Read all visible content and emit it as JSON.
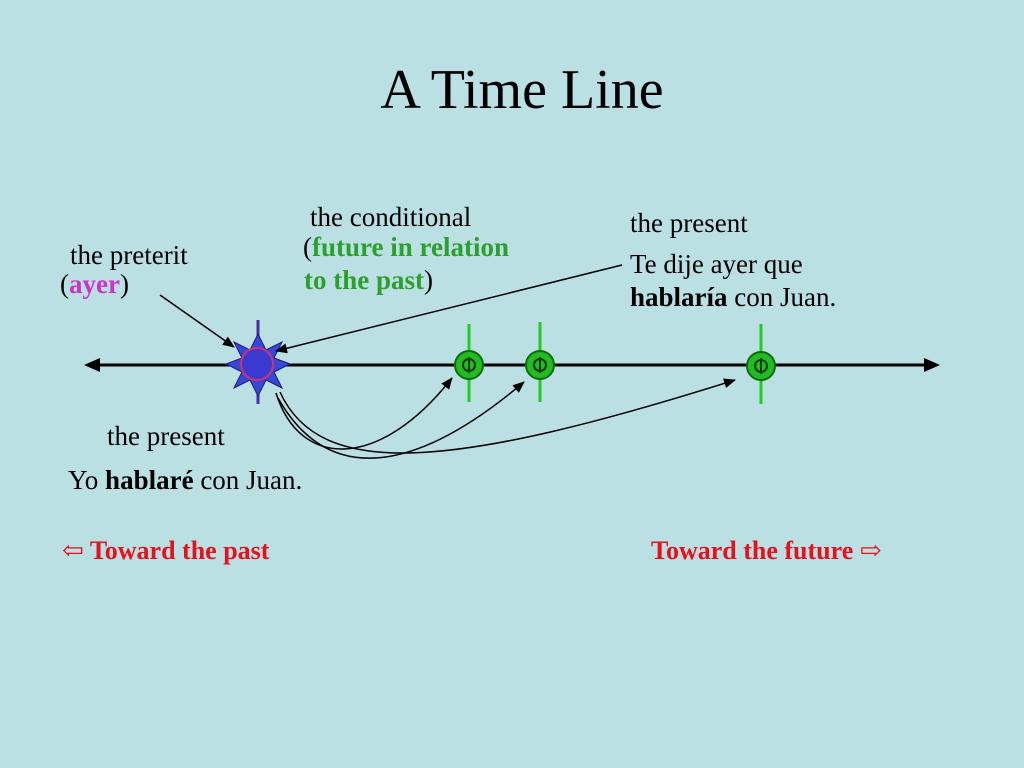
{
  "title": "A Time Line",
  "labels": {
    "preterit": "the preterit",
    "preterit_paren_open": "(",
    "preterit_word": "ayer",
    "preterit_paren_close": ")",
    "conditional": "the conditional",
    "conditional_paren_open": "(",
    "conditional_desc_1": "future in relation",
    "conditional_desc_2": "to the past",
    "conditional_paren_close": ")",
    "present_top": "the present",
    "example_top_line1": "Te dije ayer que",
    "example_top_verb": "hablaría",
    "example_top_rest": " con Juan.",
    "present_bottom": "the present",
    "example_bottom_start": "Yo ",
    "example_bottom_verb": "hablaré",
    "example_bottom_rest": " con Juan.",
    "toward_past": "⇦ Toward the past",
    "toward_future": "Toward the future ⇨"
  },
  "colors": {
    "background": "#bbe0e3",
    "accent_green": "#2ca02c",
    "accent_pink": "#cc33cc",
    "accent_red": "#e8101a",
    "present_marker": "#3333cc"
  }
}
